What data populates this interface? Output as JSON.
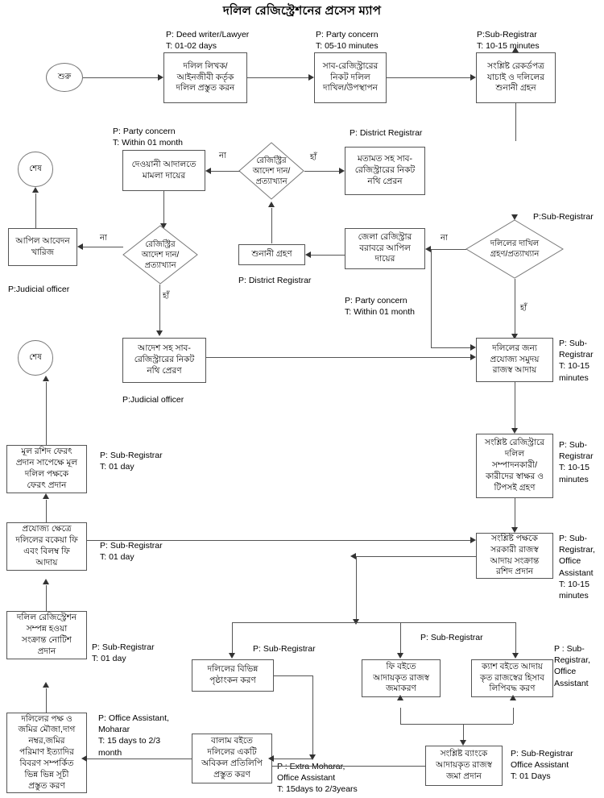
{
  "title": "দলিল রেজিস্ট্রেশনের প্রসেস ম্যাপ",
  "nodes": {
    "start": "শুরু",
    "end_top": "শেষ",
    "end_mid": "শেষ",
    "deed_prepare": "দলিল লিখক/\nআইনজীবী কর্তৃক\nদলিল প্রস্তুত করন",
    "submit_subreg": "সাব-রেজিস্ট্রারের\nনিকট দলিল\nদাখিল/উপস্থাপন",
    "verify_records": "সংশ্লিষ্ট রেকর্ডপত্র\nযাচাই ও দলিলের\nশুনানী গ্রহন",
    "civil_court_case": "দেওয়ানী আদালতে\nমামলা দায়ের",
    "send_file_opinion": "মতামত সহ সাব-\nরেজিস্ট্রারের নিকট\nনথি প্রেরন",
    "appeal_rejected": "আপিল আবেদন\nখারিজ",
    "hearing": "শুনানী গ্রহণ",
    "district_appeal": "জেলা রেজিস্ট্রার\nবরাবরে আপিল\nদায়ের",
    "order_send_file": "আদেশ সহ সাব-\nরেজিস্ট্রারের নিকট\nনথি প্রেরণ",
    "collect_revenue": "দলিলের জন্য\nপ্রযোজ্য সমুদয়\nরাজস্ব আদায়",
    "signature_collect": "সংশ্লিষ্ট রেজিস্ট্রারে\nদলিল\nসম্পাদনকারী/\nকারীদের স্বাক্ষর ও\nটিপসই গ্রহণ",
    "return_original": "মূল রশিদ ফেরৎ\nপ্রদান সাপেক্ষে মূল\nদলিল পক্ষকে\nফেরৎ প্রদান",
    "due_fee": "প্রযোজ্য ক্ষেত্রে\nদলিলের বকেয়া ফি\nএবং বিলম্ব ফি\nআদায়",
    "receipt_issue": "সংশ্লিষ্ট পক্ষকে\nসরকারী রাজস্ব\nআদায় সংক্রান্ত\nরশিদ প্রদান",
    "notice_complete": "দলিল রেজিস্ট্রেশন\nসম্পন্ন হওয়া\nসংক্রান্ত নোটিশ\nপ্রদান",
    "endorsement": "দলিলের বিভিন্ন\nপৃষ্ঠাংকন করণ",
    "fee_book": "ফি বইতে\nআদায়কৃত রাজস্ব\nজমাকরণ",
    "cash_book": "ক্যাশ বইতে আদায়\nকৃত রাজস্বের হিসাব\nলিপিবদ্ধ করণ",
    "index_prepare": "দলিলের পক্ষ ও\nজমির মৌজা,দাগ\nনম্বর,জমির\nপরিমাণ ইত্যাদির\nবিবরণ সম্পর্কিত\nভিন্ন ভিন্ন সূচী\nপ্রস্তুত করণ",
    "balam_copy": "বালাম বইতে\nদলিলের একটি\nঅবিকল প্রতিলিপি\nপ্রস্তুত করণ",
    "bank_deposit": "সংশ্লিষ্ট ব্যাংকে\nআদায়কৃত রাজস্ব\nজমা প্রদান"
  },
  "decisions": {
    "reg_order_1": "রেজিস্ট্রির\nআদেশ দান/\nপ্রত্যাখ্যান",
    "reg_order_2": "রেজিস্ট্রির\nআদেশ দান/\nপ্রত্যাখ্যান",
    "accept_reject": "দলিলের দাখিল\nগ্রহণ/প্রত্যাখ্যান"
  },
  "notes": {
    "n_deed": "P: Deed writer/Lawyer\nT: 01-02 days",
    "n_party": "P: Party concern\nT: 05-10 minutes",
    "n_subreg_top": "P:Sub-Registrar\nT: 10-15 minutes",
    "n_party_month": "P: Party concern\nT: Within 01 month",
    "n_district_top": "P: District Registrar",
    "n_subreg_diamond": "P:Sub-Registrar",
    "n_judicial_appeal": "P:Judicial officer",
    "n_district_hearing": "P: District Registrar",
    "n_party_month2": "P: Party concern\nT: Within 01 month",
    "n_judicial_order": "P:Judicial officer",
    "n_subreg_revenue": "P: Sub-\nRegistrar\nT: 10-15\nminutes",
    "n_subreg_sign": "P: Sub-\nRegistrar\nT: 10-15\nminutes",
    "n_subreg_return": "P: Sub-Registrar\nT: 01 day",
    "n_subreg_due": "P: Sub-Registrar\nT: 01 day",
    "n_subreg_receipt": "P: Sub-\nRegistrar,\nOffice\nAssistant\nT: 10-15\nminutes",
    "n_subreg_notice": "P: Sub-Registrar\nT: 01 day",
    "n_office_moharar": "P: Office Assistant,\nMoharar\nT: 15 days to 2/3\nmonth",
    "n_subreg_endorse": "P: Sub-Registrar",
    "n_subreg_feebook": "P: Sub-Registrar",
    "n_subreg_cash": "P : Sub-\nRegistrar,\nOffice\nAssistant",
    "n_extra_moharar": "P : Extra Moharar,\nOffice Assistant\nT: 15days to 2/3years",
    "n_bank": "P: Sub-Registrar\nOffice Assistant\nT: 01 Days"
  },
  "edge_labels": {
    "no1": "না",
    "yes1": "হাঁ",
    "no2": "না",
    "yes2": "হাঁ",
    "no3": "না",
    "yes3": "হাঁ"
  },
  "colors": {
    "stroke": "#555555",
    "arrow": "#333333",
    "text": "#000000",
    "background": "#ffffff"
  }
}
